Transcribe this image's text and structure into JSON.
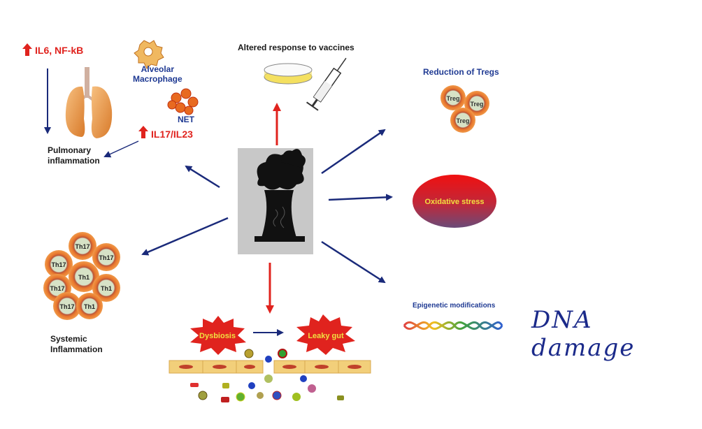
{
  "labels": {
    "il6": "IL6, NF-kB",
    "alveolar": "Alveolar\nMacrophage",
    "net": "NET",
    "il17": "IL17/IL23",
    "pulmonary": "Pulmonary\ninflammation",
    "vaccines": "Altered response to vaccines",
    "tregs": "Reduction of Tregs",
    "treg_cell": "Treg",
    "oxidative": "Oxidative stress",
    "epigenetic": "Epigenetic modifications",
    "dysbiosis": "Dysbiosis",
    "leaky": "Leaky gut",
    "systemic": "Systemic\nInflammation",
    "th17": "Th17",
    "th1": "Th1",
    "handwritten": "DNA damage"
  },
  "colors": {
    "blue_arrow": "#1a2a7a",
    "red_arrow": "#e0231e",
    "cell_outer": "#e8762c",
    "cell_inner": "#c9d8b8",
    "lung": "#f0a050"
  }
}
